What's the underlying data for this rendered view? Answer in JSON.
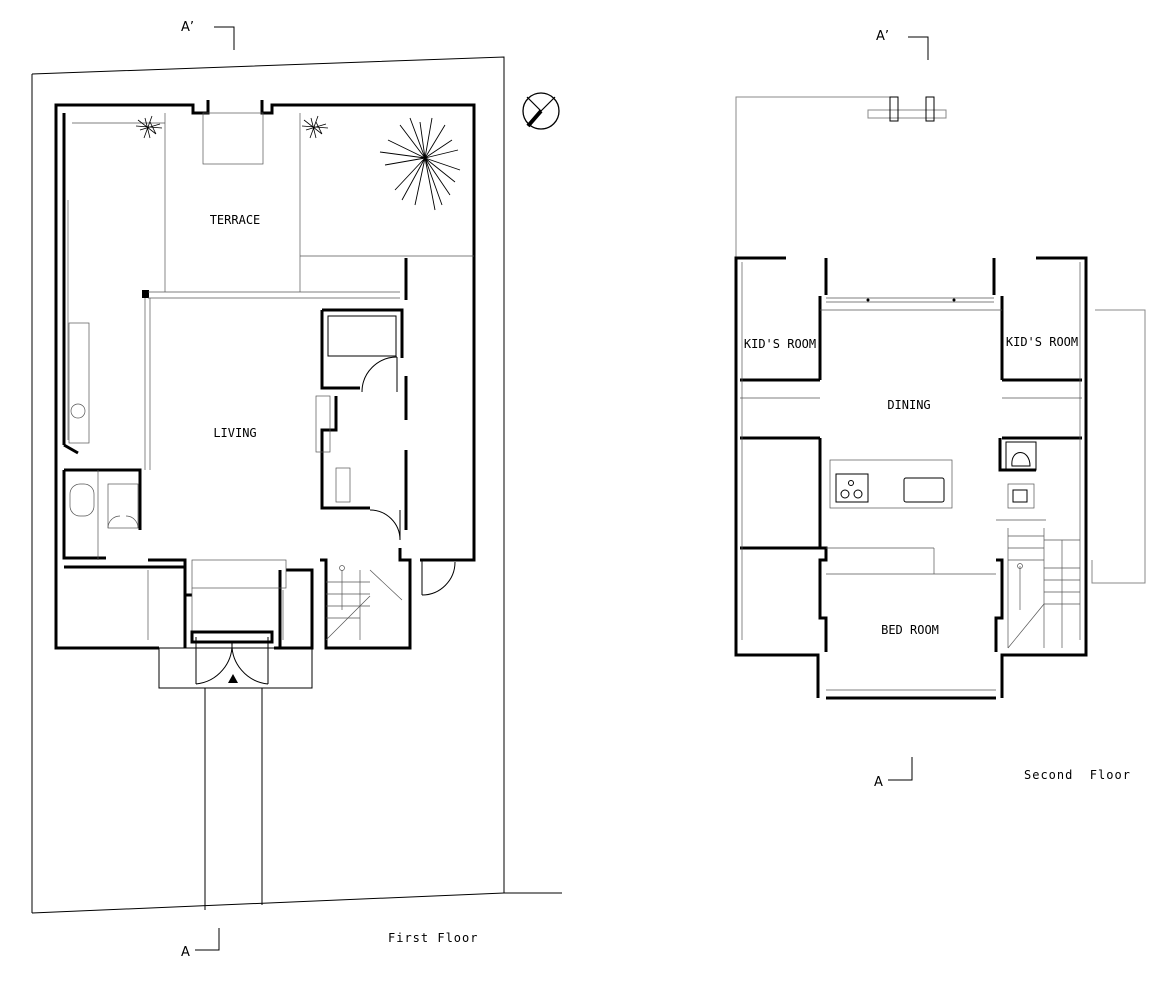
{
  "first_floor": {
    "caption": "First Floor",
    "section_top": "A’",
    "section_bottom": "A",
    "rooms": {
      "terrace": "TERRACE",
      "living": "LIVING"
    }
  },
  "second_floor": {
    "caption": "Second  Floor",
    "section_top": "A’",
    "section_bottom": "A",
    "rooms": {
      "kids_room_left": "KID'S ROOM",
      "kids_room_right": "KID'S ROOM",
      "dining": "DINING",
      "bed_room": "BED ROOM"
    }
  },
  "icons": {
    "north_arrow": "north-arrow-icon",
    "entrance": "entrance-triangle-icon"
  }
}
